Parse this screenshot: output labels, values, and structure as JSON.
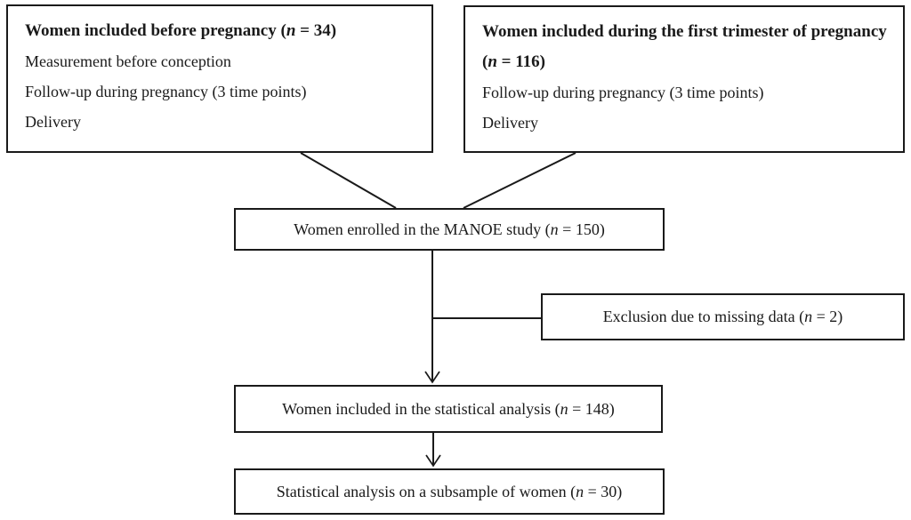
{
  "colors": {
    "background": "#ffffff",
    "line": "#1a1a1a",
    "text": "#1a1a1a"
  },
  "boxes": {
    "before_pregnancy": {
      "title_prefix": "Women included before pregnancy (",
      "n_italic": "n",
      "title_suffix": " = 34)",
      "lines": [
        "Measurement before conception",
        "Follow-up during pregnancy (3 time points)",
        "Delivery"
      ]
    },
    "first_trimester": {
      "title_prefix": "Women included during the first trimester of pregnancy (",
      "n_italic": "n",
      "title_suffix": " = 116)",
      "lines": [
        "Follow-up during pregnancy (3 time points)",
        "Delivery"
      ]
    },
    "enrolled": {
      "prefix": "Women enrolled in the MANOE study (",
      "n_italic": "n",
      "suffix": " = 150)"
    },
    "exclusion": {
      "prefix": "Exclusion due to missing data (",
      "n_italic": "n",
      "suffix": " = 2)"
    },
    "statistical_analysis": {
      "prefix": "Women included in the statistical analysis (",
      "n_italic": "n",
      "suffix": " = 148)"
    },
    "subsample": {
      "prefix": "Statistical analysis on a subsample of women (",
      "n_italic": "n",
      "suffix": " = 30)"
    }
  }
}
